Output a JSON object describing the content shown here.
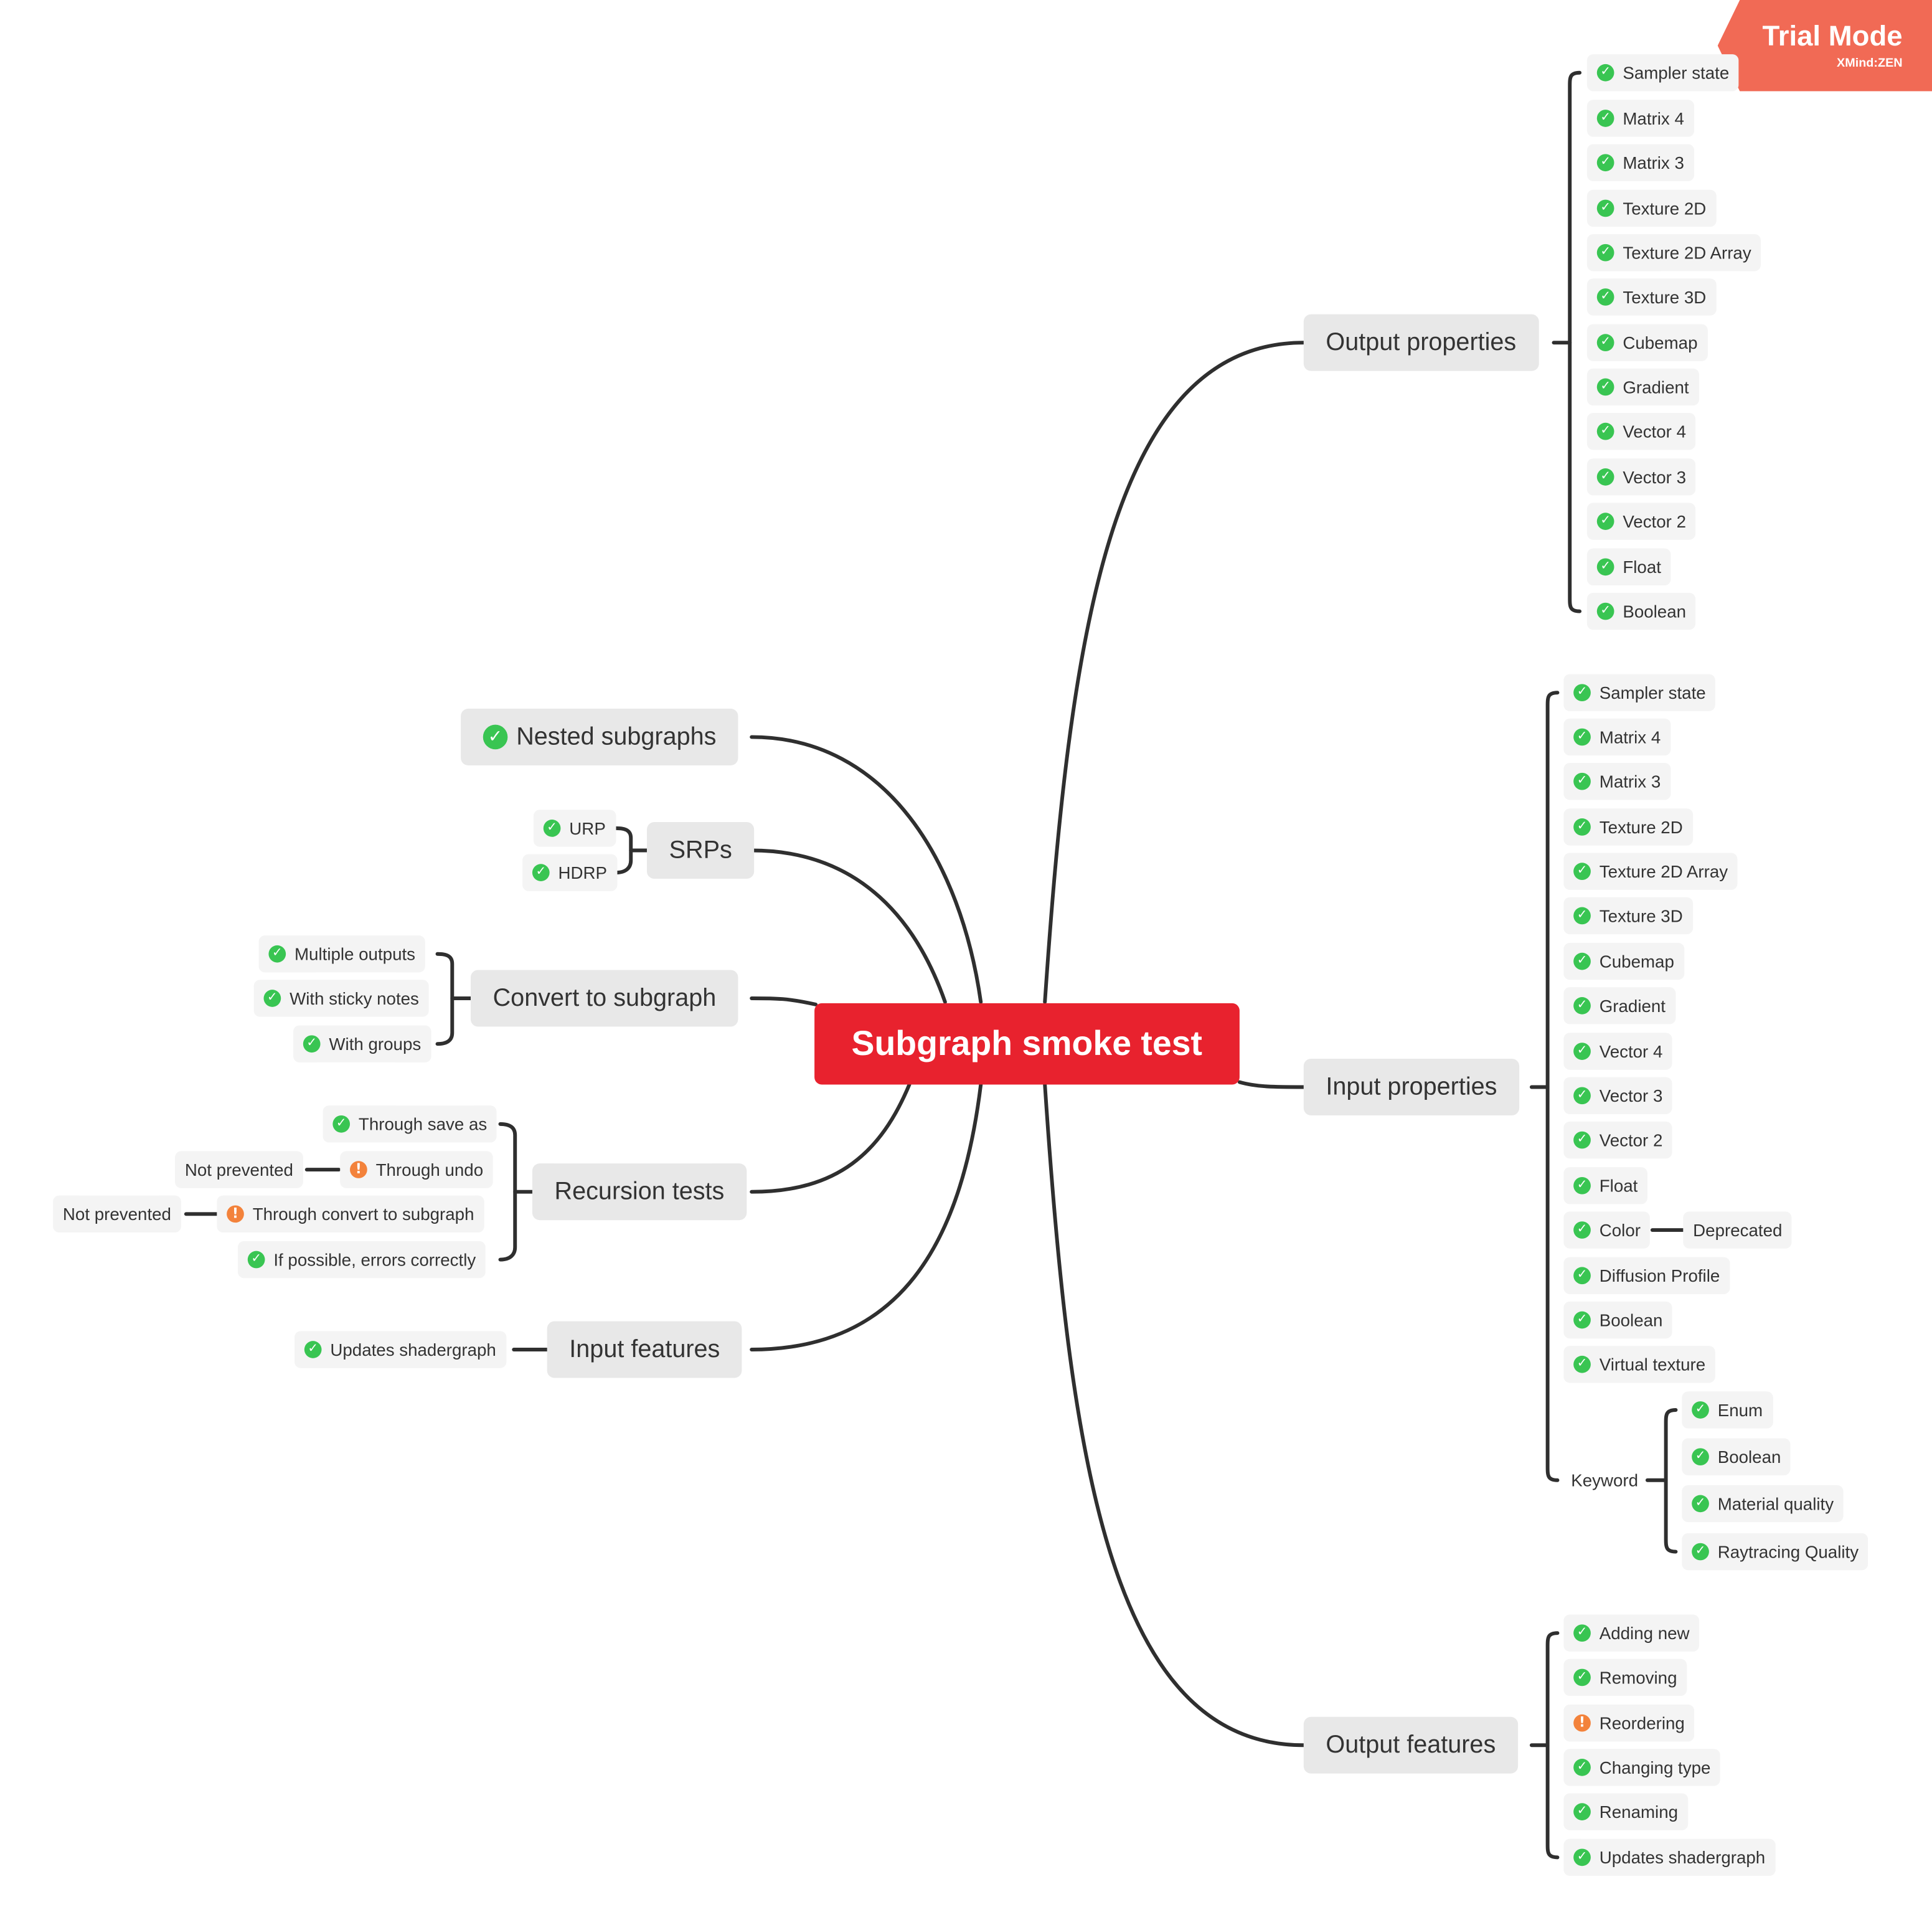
{
  "root": {
    "label": "Subgraph smoke test"
  },
  "trial": {
    "title": "Trial Mode",
    "brand": "XMind:ZEN"
  },
  "colors": {
    "root": "#e8222e",
    "check": "#39c552",
    "warning": "#f3823b",
    "line": "#2f2f2f",
    "trial": "#f16a55"
  },
  "branches": [
    {
      "id": "output-properties",
      "label": "Output properties",
      "children": [
        {
          "label": "Sampler state",
          "status": "check"
        },
        {
          "label": "Matrix 4",
          "status": "check"
        },
        {
          "label": "Matrix 3",
          "status": "check"
        },
        {
          "label": "Texture 2D",
          "status": "check"
        },
        {
          "label": "Texture 2D Array",
          "status": "check"
        },
        {
          "label": "Texture 3D",
          "status": "check"
        },
        {
          "label": "Cubemap",
          "status": "check"
        },
        {
          "label": "Gradient",
          "status": "check"
        },
        {
          "label": "Vector 4",
          "status": "check"
        },
        {
          "label": "Vector 3",
          "status": "check"
        },
        {
          "label": "Vector 2",
          "status": "check"
        },
        {
          "label": "Float",
          "status": "check"
        },
        {
          "label": "Boolean",
          "status": "check"
        }
      ]
    },
    {
      "id": "input-properties",
      "label": "Input properties",
      "children": [
        {
          "label": "Sampler state",
          "status": "check"
        },
        {
          "label": "Matrix 4",
          "status": "check"
        },
        {
          "label": "Matrix 3",
          "status": "check"
        },
        {
          "label": "Texture 2D",
          "status": "check"
        },
        {
          "label": "Texture 2D Array",
          "status": "check"
        },
        {
          "label": "Texture 3D",
          "status": "check"
        },
        {
          "label": "Cubemap",
          "status": "check"
        },
        {
          "label": "Gradient",
          "status": "check"
        },
        {
          "label": "Vector 4",
          "status": "check"
        },
        {
          "label": "Vector 3",
          "status": "check"
        },
        {
          "label": "Vector 2",
          "status": "check"
        },
        {
          "label": "Float",
          "status": "check"
        },
        {
          "label": "Color",
          "status": "check",
          "note": "Deprecated"
        },
        {
          "label": "Diffusion Profile",
          "status": "check"
        },
        {
          "label": "Boolean",
          "status": "check"
        },
        {
          "label": "Virtual texture",
          "status": "check"
        },
        {
          "label": "Keyword",
          "status": "none",
          "children": [
            {
              "label": "Enum",
              "status": "check"
            },
            {
              "label": "Boolean",
              "status": "check"
            },
            {
              "label": "Material quality",
              "status": "check"
            },
            {
              "label": "Raytracing Quality",
              "status": "check"
            }
          ]
        }
      ]
    },
    {
      "id": "output-features",
      "label": "Output features",
      "children": [
        {
          "label": "Adding new",
          "status": "check"
        },
        {
          "label": "Removing",
          "status": "check"
        },
        {
          "label": "Reordering",
          "status": "warning"
        },
        {
          "label": "Changing type",
          "status": "check"
        },
        {
          "label": "Renaming",
          "status": "check"
        },
        {
          "label": "Updates shadergraph",
          "status": "check"
        }
      ]
    },
    {
      "id": "nested-subgraphs",
      "label": "Nested subgraphs",
      "status": "check",
      "children": []
    },
    {
      "id": "srps",
      "label": "SRPs",
      "children": [
        {
          "label": "URP",
          "status": "check"
        },
        {
          "label": "HDRP",
          "status": "check"
        }
      ]
    },
    {
      "id": "convert-to-subgraph",
      "label": "Convert to subgraph",
      "children": [
        {
          "label": "Multiple outputs",
          "status": "check"
        },
        {
          "label": "With sticky notes",
          "status": "check"
        },
        {
          "label": "With groups",
          "status": "check"
        }
      ]
    },
    {
      "id": "recursion-tests",
      "label": "Recursion tests",
      "children": [
        {
          "label": "Through save as",
          "status": "check"
        },
        {
          "label": "Through undo",
          "status": "warning",
          "note": "Not prevented"
        },
        {
          "label": "Through convert to subgraph",
          "status": "warning",
          "note": "Not prevented"
        },
        {
          "label": "If possible, errors correctly",
          "status": "check"
        }
      ]
    },
    {
      "id": "input-features",
      "label": "Input features",
      "children": [
        {
          "label": "Updates shadergraph",
          "status": "check"
        }
      ]
    }
  ]
}
